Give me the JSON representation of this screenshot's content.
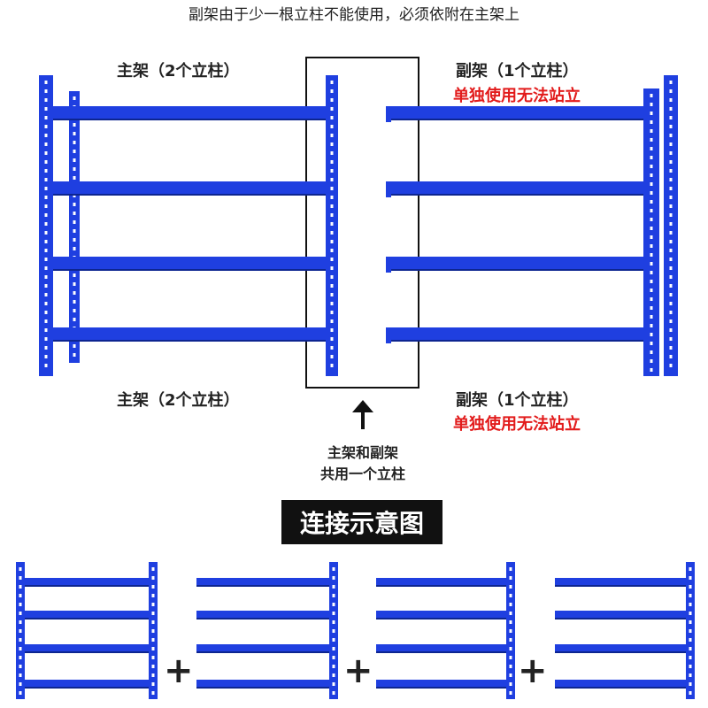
{
  "top_note": "副架由于少一根立柱不能使用，必须依附在主架上",
  "main_label_top": "主架（2个立柱）",
  "main_label_bottom": "主架（2个立柱）",
  "sub_label_top": "副架（1个立柱）",
  "sub_warning_top": "单独使用无法站立",
  "sub_label_bottom": "副架（1个立柱）",
  "sub_warning_bottom": "单独使用无法站立",
  "shared_note_line1": "主架和副架",
  "shared_note_line2": "共用一个立柱",
  "section_title": "连接示意图",
  "plus_sign": "+",
  "colors": {
    "shelf_blue": "#1f3fe0",
    "warning_red": "#e21b1b",
    "title_bg": "#111111"
  }
}
